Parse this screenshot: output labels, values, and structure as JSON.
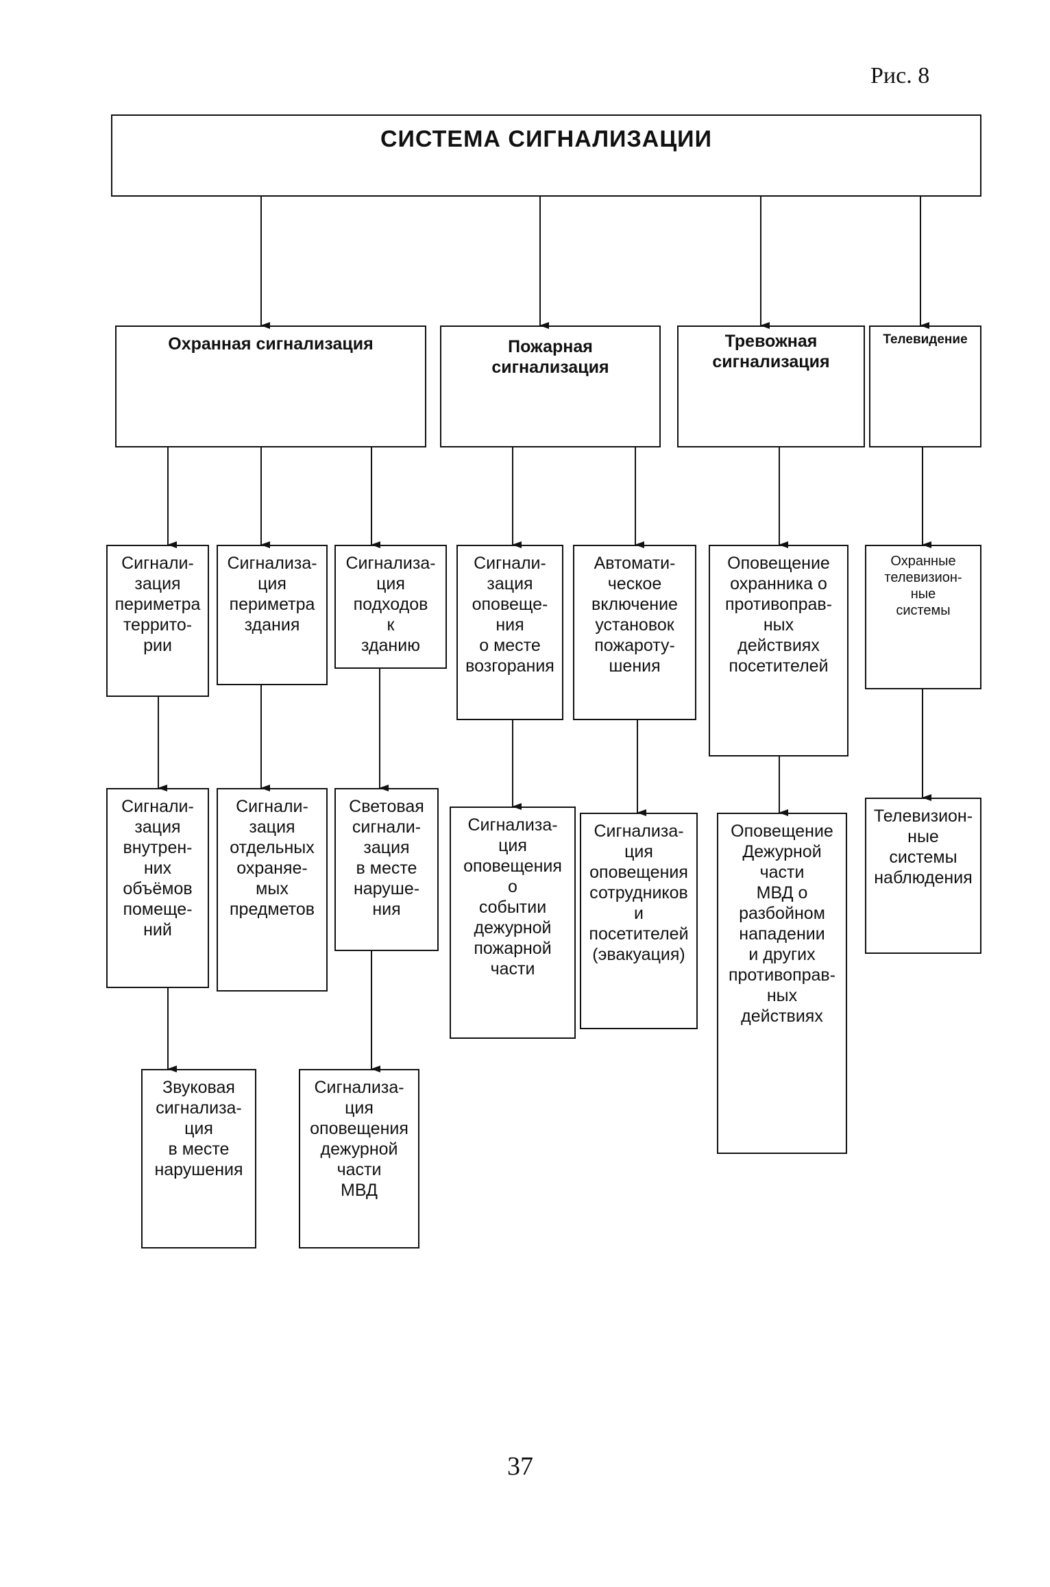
{
  "figure_label": "Рис. 8",
  "page_number": "37",
  "title": "СИСТЕМА  СИГНАЛИЗАЦИИ",
  "categories": {
    "security": "Охранная сигнализация",
    "fire": "Пожарная\nсигнализация",
    "alarm": "Тревожная\nсигнализация",
    "tv": "Телевидение"
  },
  "nodes": {
    "perimeter_territory": "Сигнали-\nзация\nпериметра\nтеррито-\nрии",
    "perimeter_building": "Сигнализа-\nция\nпериметра\nздания",
    "approaches": "Сигнализа-\nция\nподходов\nк\nзданию",
    "fire_origin": "Сигнали-\nзация\nоповеще-\nния\nо месте\nвозгорания",
    "auto_extinguish": "Автомати-\nческое\nвключение\nустановок\nпожароту-\nшения",
    "guard_notify": "Оповещение\nохранника о\nпротивоправ-\nных\nдействиях\nпосетителей",
    "tv_security": "Охранные\nтелевизион-\nные\nсистемы",
    "internal_volumes": "Сигнали-\nзация\nвнутрен-\nних\nобъёмов\nпомеще-\nний",
    "separate_items": "Сигнали-\nзация\nотдельных\nохраняе-\nмых\nпредметов",
    "light_alarm": "Световая\nсигнали-\nзация\nв месте\nнаруше-\nния",
    "fire_duty": "Сигнализа-\nция\nоповещения\nо\nсобытии\nдежурной\nпожарной\nчасти",
    "evacuation": "Сигнализа-\nция\nоповещения\nсотрудников\nи\nпосетителей\n(эвакуация)",
    "police_duty": "Оповещение\nДежурной\nчасти\nМВД о\nразбойном\nнападении\nи  других\nпротивоправ-\nных\nдействиях",
    "tv_observation": "Телевизион-\nные\nсистемы\nнаблюдения",
    "sound_alarm": "Звуковая\nсигнализа-\nция\nв месте\nнарушения",
    "mvd_duty": "Сигнализа-\nция\nоповещения\nдежурной\nчасти\nМВД"
  }
}
